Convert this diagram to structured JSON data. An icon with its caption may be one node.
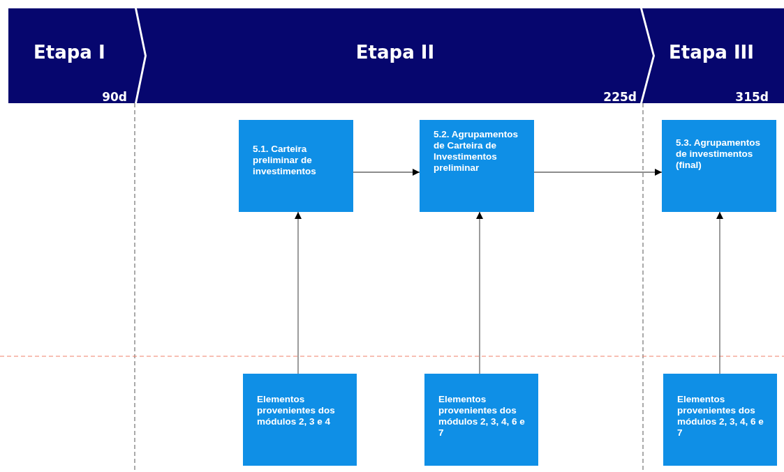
{
  "diagram": {
    "nodes": [
      {
        "text": [
          "Etapa I",
          "90d"
        ]
      },
      {
        "text": [
          "Etapa II",
          "225d"
        ]
      },
      {
        "text": [
          "Etapa III",
          "315d"
        ]
      },
      {
        "text": [
          "5.1. Carteira preliminar de investimentos"
        ]
      },
      {
        "text": [
          "5.2. Agrupamentos de Carteira de Investimentos preliminar"
        ]
      },
      {
        "text": [
          "5.3. Agrupamentos de investimentos (final)"
        ]
      },
      {
        "text": [
          "Elementos provenientes dos módulos 2, 3 e 4"
        ]
      },
      {
        "text": [
          "Elementos provenientes dos módulos 2, 3, 4, 6 e 7"
        ]
      },
      {
        "text": [
          "Elementos provenientes dos módulos 2, 3, 4, 6 e 7"
        ]
      }
    ],
    "edges": [
      {
        "from": 3,
        "to": 4,
        "arrow": "to"
      },
      {
        "from": 4,
        "to": 5,
        "arrow": "to"
      },
      {
        "from": 6,
        "to": 3,
        "arrow": "to"
      },
      {
        "from": 7,
        "to": 4,
        "arrow": "to"
      },
      {
        "from": 8,
        "to": 5,
        "arrow": "to"
      }
    ]
  }
}
